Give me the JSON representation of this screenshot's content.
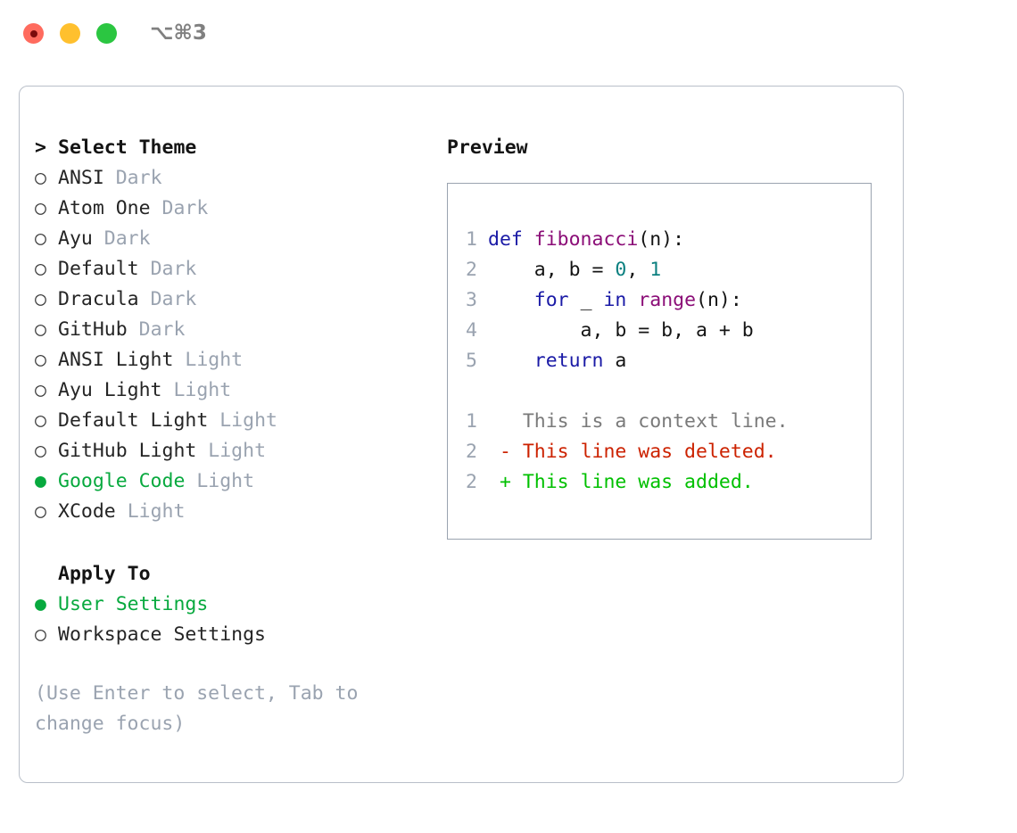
{
  "titlebar": {
    "shortcut": "⌥⌘3",
    "traffic_lights": [
      {
        "name": "close",
        "color": "#ff6b5e"
      },
      {
        "name": "minimize",
        "color": "#ffc02e"
      },
      {
        "name": "maximize",
        "color": "#2bc641"
      }
    ]
  },
  "colors": {
    "selected_green": "#07a93e",
    "muted_gray": "#9aa3b0",
    "panel_border": "#b9bfc9",
    "preview_border": "#9aa3b0",
    "keyword_blue": "#1a1aa6",
    "function_purple": "#8b0d77",
    "number_teal": "#0c8080",
    "diff_removed": "#cc2200",
    "diff_added": "#00c000"
  },
  "theme_picker": {
    "caret": ">",
    "heading": "Select Theme",
    "marker_unselected": "○",
    "marker_selected": "●",
    "items": [
      {
        "name": "ANSI",
        "variant": "Dark",
        "selected": false
      },
      {
        "name": "Atom One",
        "variant": "Dark",
        "selected": false
      },
      {
        "name": "Ayu",
        "variant": "Dark",
        "selected": false
      },
      {
        "name": "Default",
        "variant": "Dark",
        "selected": false
      },
      {
        "name": "Dracula",
        "variant": "Dark",
        "selected": false
      },
      {
        "name": "GitHub",
        "variant": "Dark",
        "selected": false
      },
      {
        "name": "ANSI Light",
        "variant": "Light",
        "selected": false
      },
      {
        "name": "Ayu Light",
        "variant": "Light",
        "selected": false
      },
      {
        "name": "Default Light",
        "variant": "Light",
        "selected": false
      },
      {
        "name": "GitHub Light",
        "variant": "Light",
        "selected": false
      },
      {
        "name": "Google Code",
        "variant": "Light",
        "selected": true
      },
      {
        "name": "XCode",
        "variant": "Light",
        "selected": false
      }
    ]
  },
  "apply_to": {
    "heading": "Apply To",
    "items": [
      {
        "label": "User Settings",
        "selected": true
      },
      {
        "label": "Workspace Settings",
        "selected": false
      }
    ]
  },
  "hint": "(Use Enter to select, Tab to change focus)",
  "preview": {
    "title": "Preview",
    "code_lines": [
      {
        "no": "1",
        "tokens": [
          {
            "t": "def ",
            "c": "kw"
          },
          {
            "t": "fibonacci",
            "c": "fn"
          },
          {
            "t": "(n):",
            "c": "pln"
          }
        ]
      },
      {
        "no": "2",
        "tokens": [
          {
            "t": "    a, b = ",
            "c": "pln"
          },
          {
            "t": "0",
            "c": "num"
          },
          {
            "t": ", ",
            "c": "pln"
          },
          {
            "t": "1",
            "c": "num"
          }
        ]
      },
      {
        "no": "3",
        "tokens": [
          {
            "t": "    ",
            "c": "pln"
          },
          {
            "t": "for",
            "c": "kw"
          },
          {
            "t": " _ ",
            "c": "pln"
          },
          {
            "t": "in",
            "c": "kw"
          },
          {
            "t": " ",
            "c": "pln"
          },
          {
            "t": "range",
            "c": "fn"
          },
          {
            "t": "(n):",
            "c": "pln"
          }
        ]
      },
      {
        "no": "4",
        "tokens": [
          {
            "t": "        a, b = b, a + b",
            "c": "pln"
          }
        ]
      },
      {
        "no": "5",
        "tokens": [
          {
            "t": "    ",
            "c": "pln"
          },
          {
            "t": "return",
            "c": "kw"
          },
          {
            "t": " a",
            "c": "pln"
          }
        ]
      }
    ],
    "diff_lines": [
      {
        "no": "1",
        "marker": " ",
        "text": "This is a context line.",
        "kind": "ctx"
      },
      {
        "no": "2",
        "marker": "-",
        "text": "This line was deleted.",
        "kind": "del"
      },
      {
        "no": "2",
        "marker": "+",
        "text": "This line was added.",
        "kind": "add"
      }
    ]
  }
}
